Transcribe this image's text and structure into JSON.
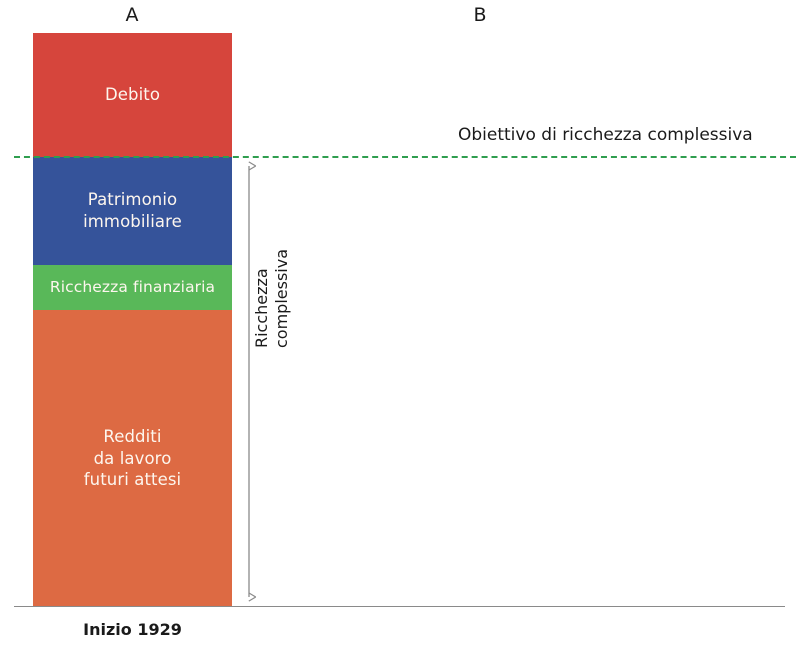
{
  "columns": [
    {
      "id": "a",
      "label": "A"
    },
    {
      "id": "b",
      "label": "B"
    }
  ],
  "category": {
    "label": "Inizio 1929"
  },
  "goal": {
    "label": "Obiettivo di ricchezza complessiva",
    "line_color": "#2f9e4f",
    "line_style": "dashed"
  },
  "measure": {
    "label": "Ricchezza\ncomplessiva",
    "arrow_color": "#8a8a8a",
    "arrow_heads": "both"
  },
  "axis": {
    "color": "#8a8a8a"
  },
  "chart_data": {
    "type": "bar",
    "title": "",
    "subtitle": "",
    "xlabel": "",
    "ylabel": "",
    "stacked": true,
    "orientation": "vertical",
    "grid": false,
    "legend": "none",
    "categories": [
      "Inizio 1929"
    ],
    "column_headers": [
      "A",
      "B"
    ],
    "ylim": [
      0,
      574
    ],
    "series": [
      {
        "name": "Redditi\nda lavoro\nfuturi attesi",
        "values": [
          297
        ],
        "color": "#dd6a43"
      },
      {
        "name": "Ricchezza finanziaria",
        "values": [
          45
        ],
        "color": "#59b859"
      },
      {
        "name": "Patrimonio\nimmobiliare",
        "values": [
          108
        ],
        "color": "#35539a"
      },
      {
        "name": "Debito",
        "values": [
          124
        ],
        "color": "#d6453c"
      }
    ],
    "annotations": [
      {
        "type": "hline",
        "label": "Obiettivo di ricchezza complessiva",
        "value": 450,
        "color": "#2f9e4f",
        "style": "dashed"
      },
      {
        "type": "double-arrow",
        "label": "Ricchezza complessiva",
        "from": 0,
        "to": 450,
        "color": "#8a8a8a"
      }
    ]
  }
}
